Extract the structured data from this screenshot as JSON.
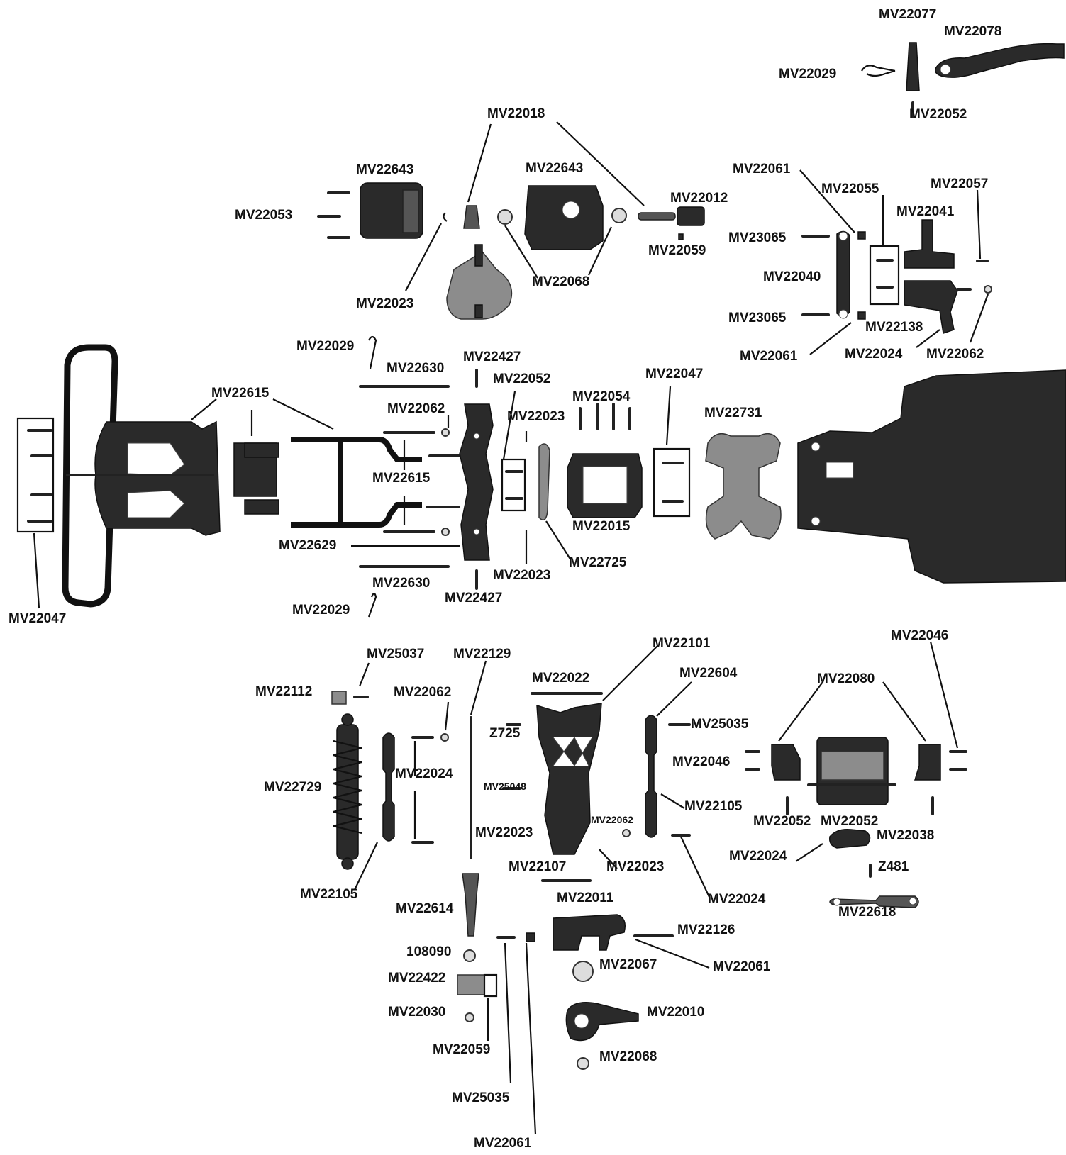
{
  "labels": {
    "mv22077": "MV22077",
    "mv22078": "MV22078",
    "mv22029_a": "MV22029",
    "mv22052_a": "MV22052",
    "mv22018": "MV22018",
    "mv22643_a": "MV22643",
    "mv22643_b": "MV22643",
    "mv22053": "MV22053",
    "mv22012": "MV22012",
    "mv22059_a": "MV22059",
    "mv22068_a": "MV22068",
    "mv22023_a": "MV22023",
    "mv22061_a": "MV22061",
    "mv22055": "MV22055",
    "mv22057": "MV22057",
    "mv22041": "MV22041",
    "mv23065_a": "MV23065",
    "mv22040": "MV22040",
    "mv23065_b": "MV23065",
    "mv22138": "MV22138",
    "mv22061_b": "MV22061",
    "mv22024_a": "MV22024",
    "mv22062_a": "MV22062",
    "mv22029_b": "MV22029",
    "mv22630_a": "MV22630",
    "mv22427_a": "MV22427",
    "mv22052_b": "MV22052",
    "mv22047_a": "MV22047",
    "mv22054": "MV22054",
    "mv22615_a": "MV22615",
    "mv22062_b": "MV22062",
    "mv22023_b": "MV22023",
    "mv22731": "MV22731",
    "mv22615_b": "MV22615",
    "mv22015": "MV22015",
    "mv22629": "MV22629",
    "mv22725": "MV22725",
    "mv22630_b": "MV22630",
    "mv22023_c": "MV22023",
    "mv22427_b": "MV22427",
    "mv22029_c": "MV22029",
    "mv22047_b": "MV22047",
    "mv25037": "MV25037",
    "mv22129": "MV22129",
    "mv22101": "MV22101",
    "mv22046_a": "MV22046",
    "mv22112": "MV22112",
    "mv22062_c": "MV22062",
    "mv22022": "MV22022",
    "mv22604": "MV22604",
    "mv22080": "MV22080",
    "z725": "Z725",
    "mv25035_a": "MV25035",
    "mv22046_b": "MV22046",
    "mv22024_b": "MV22024",
    "mv22729": "MV22729",
    "mv25048": "MV25048",
    "mv22105_a": "MV22105",
    "mv22062_d": "MV22062",
    "mv22052_c": "MV22052",
    "mv22052_d": "MV22052",
    "mv22023_d": "MV22023",
    "mv22038": "MV22038",
    "mv22024_c": "MV22024",
    "mv22107": "MV22107",
    "mv22023_e": "MV22023",
    "z481": "Z481",
    "mv22105_b": "MV22105",
    "mv22011": "MV22011",
    "mv22024_d": "MV22024",
    "mv22618": "MV22618",
    "mv22614": "MV22614",
    "mv22126": "MV22126",
    "n108090": "108090",
    "mv22067": "MV22067",
    "mv22061_c": "MV22061",
    "mv22422": "MV22422",
    "mv22030": "MV22030",
    "mv22010": "MV22010",
    "mv22059_b": "MV22059",
    "mv22068_b": "MV22068",
    "mv25035_b": "MV25035",
    "mv22061_d": "MV22061"
  }
}
